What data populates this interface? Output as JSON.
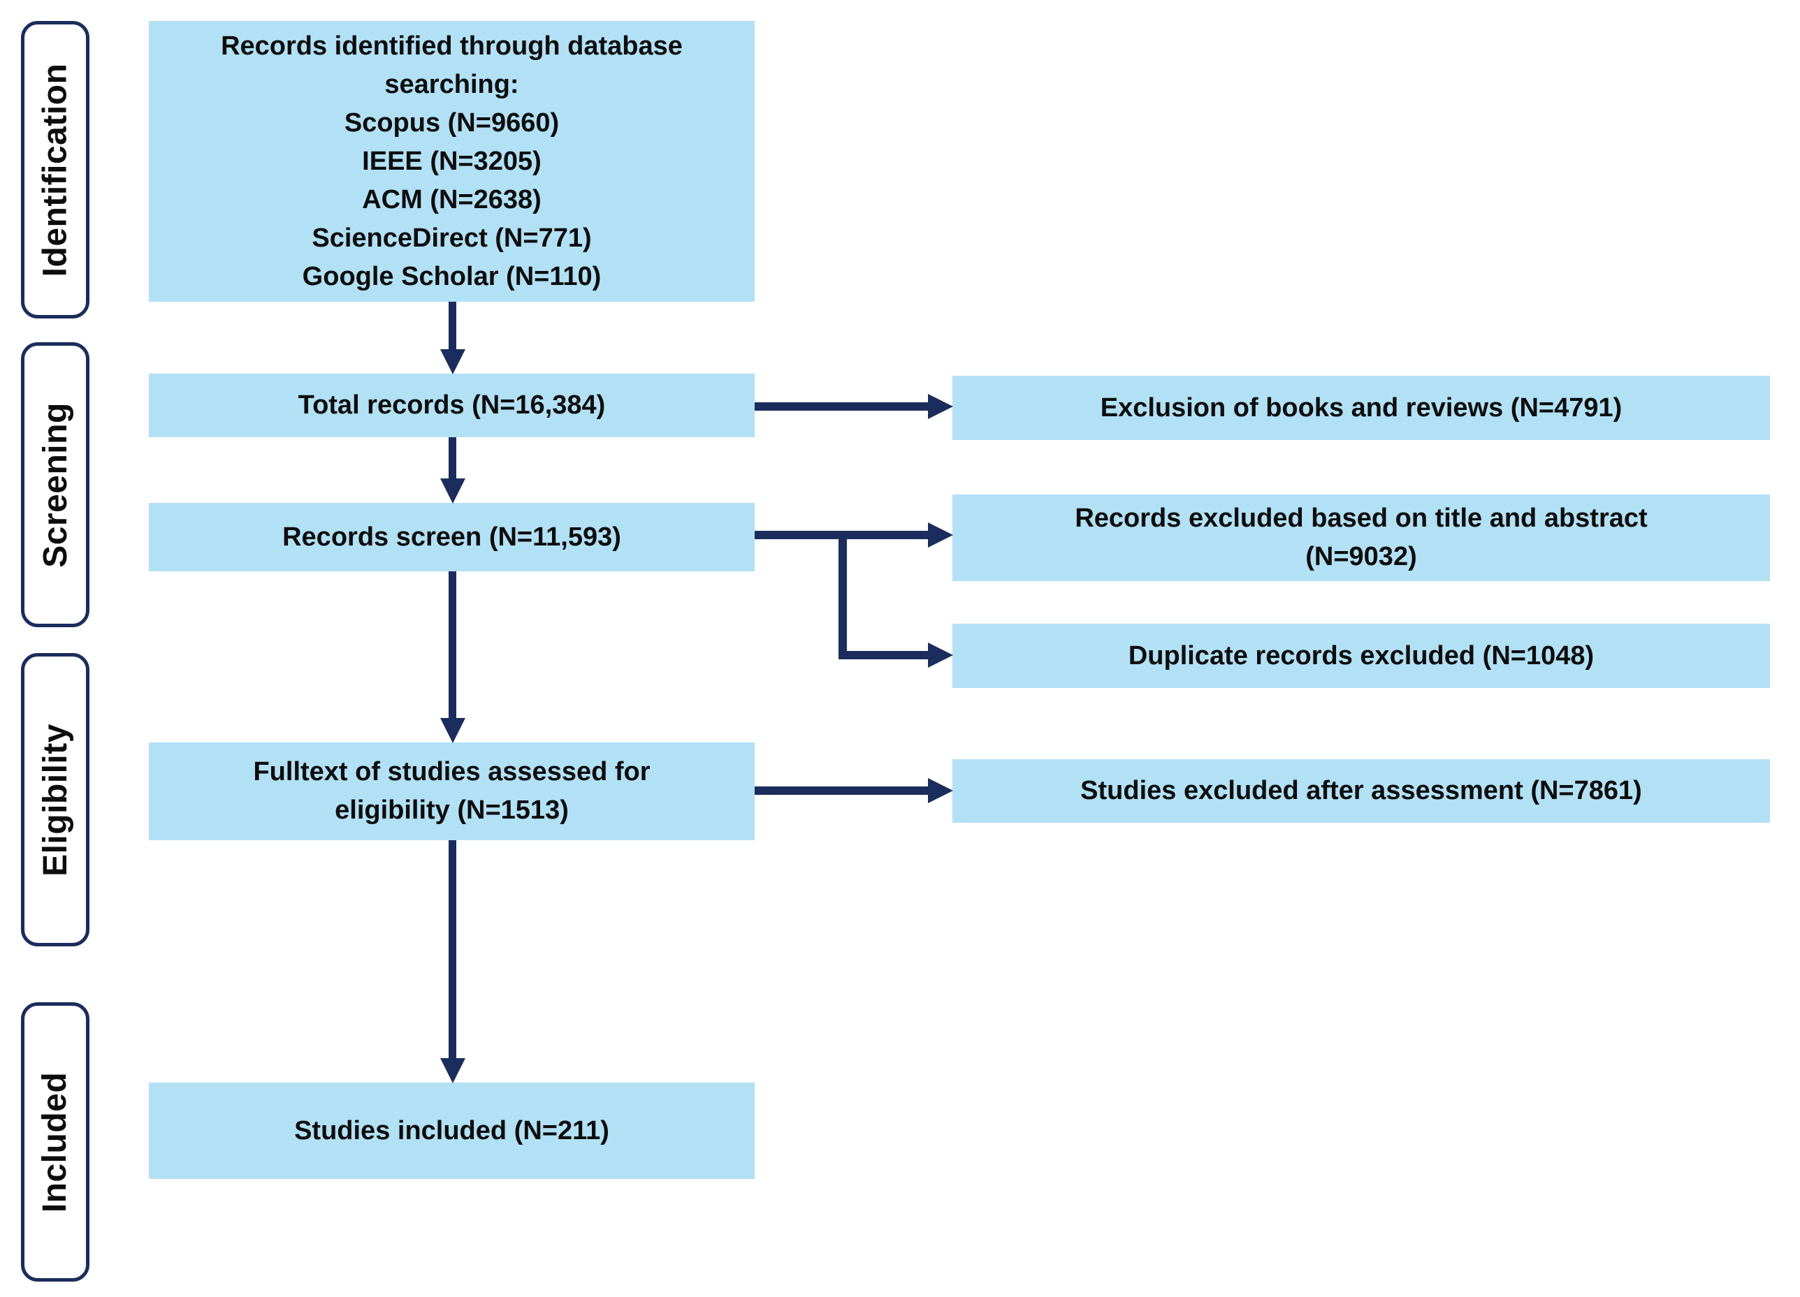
{
  "colors": {
    "box_fill": "#b2e0f5",
    "arrow_navy": "#1b2d5c",
    "stage_border": "#1b2d5c",
    "text": "#0d0d0d",
    "background": "#ffffff"
  },
  "stages": [
    {
      "label": "Identification"
    },
    {
      "label": "Screening"
    },
    {
      "label": "Eligibility"
    },
    {
      "label": "Included"
    }
  ],
  "main_boxes": [
    {
      "name": "records-identified",
      "lines": [
        "Records identified through database",
        "searching:",
        "Scopus (N=9660)",
        "IEEE (N=3205)",
        "ACM (N=2638)",
        "ScienceDirect (N=771)",
        "Google Scholar (N=110)"
      ]
    },
    {
      "name": "total-records",
      "lines": [
        "Total records (N=16,384)"
      ]
    },
    {
      "name": "records-screen",
      "lines": [
        "Records screen (N=11,593)"
      ]
    },
    {
      "name": "fulltext-assessed",
      "lines": [
        "Fulltext of studies assessed for",
        "eligibility (N=1513)"
      ]
    },
    {
      "name": "studies-included",
      "lines": [
        "Studies included (N=211)"
      ]
    }
  ],
  "right_boxes": [
    {
      "name": "exclusion-books-reviews",
      "lines": [
        "Exclusion of books and reviews (N=4791)"
      ]
    },
    {
      "name": "excluded-title-abstract",
      "lines": [
        "Records excluded based on title and abstract",
        "(N=9032)"
      ]
    },
    {
      "name": "duplicate-records-excluded",
      "lines": [
        "Duplicate records excluded (N=1048)"
      ]
    },
    {
      "name": "excluded-after-assessment",
      "lines": [
        "Studies excluded after assessment (N=7861)"
      ]
    }
  ]
}
